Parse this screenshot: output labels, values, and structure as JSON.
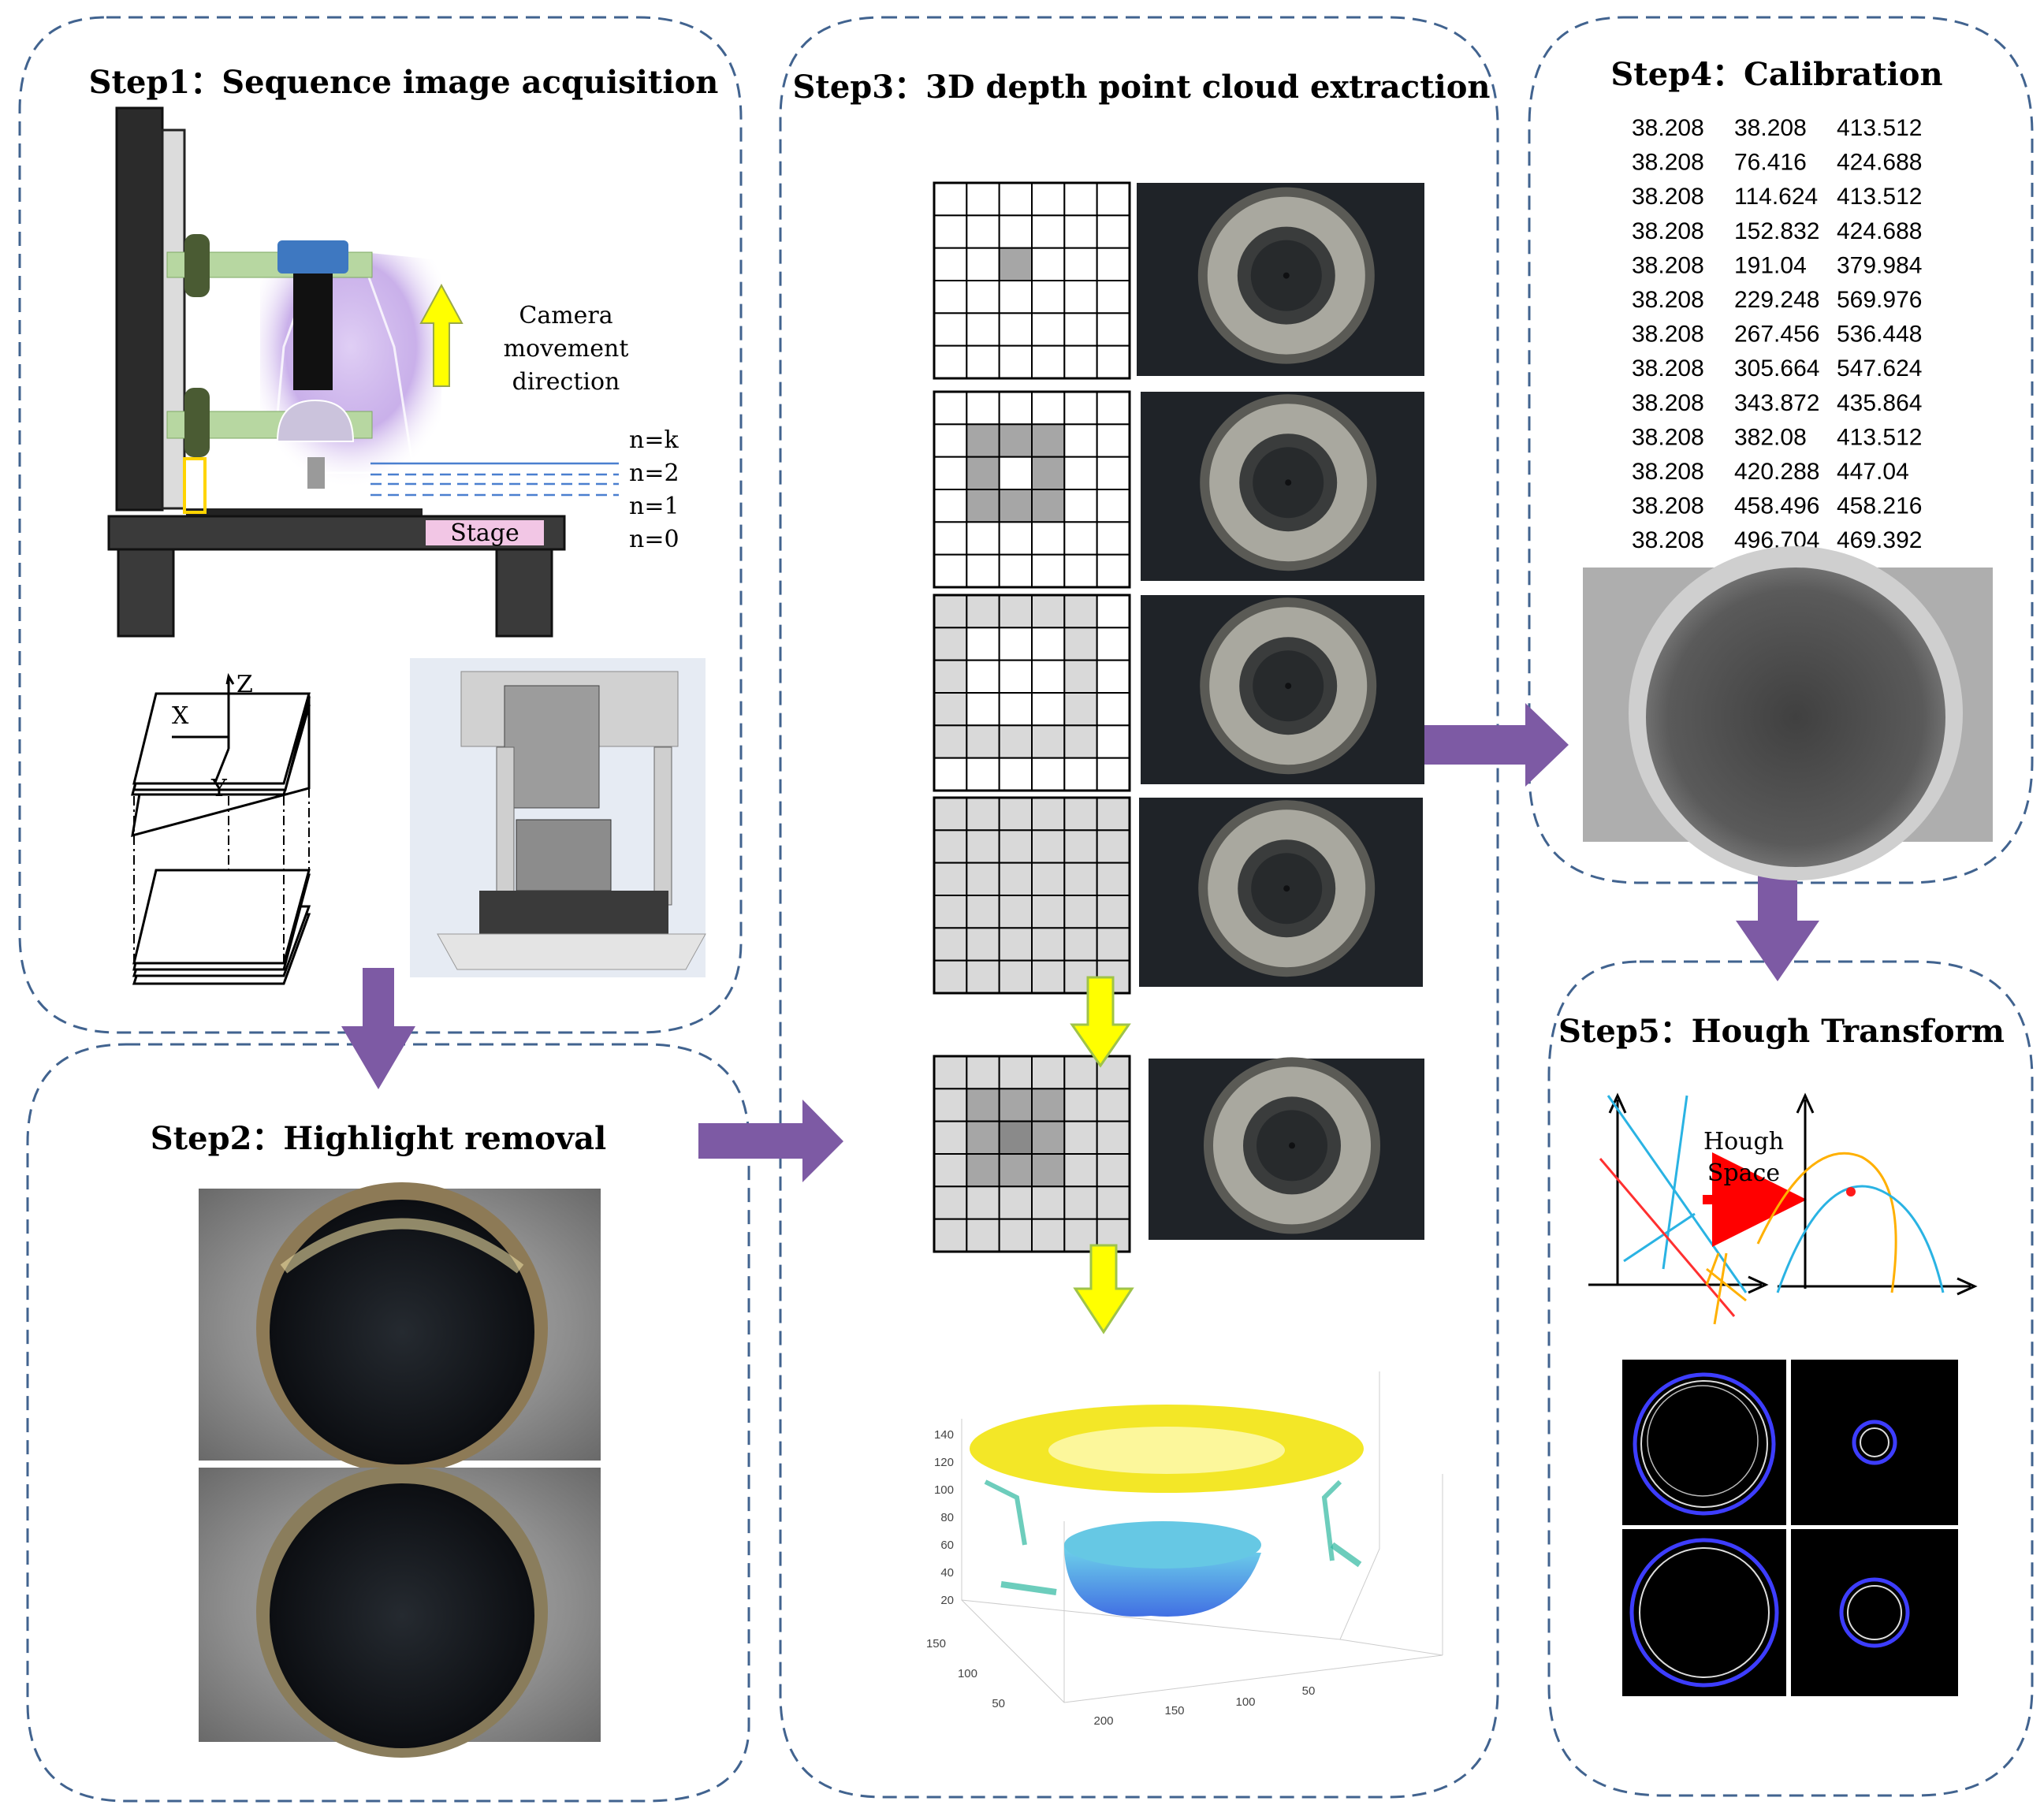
{
  "steps": {
    "step1": {
      "title": "Step1：Sequence image acquisition",
      "camera_label": [
        "Camera",
        "movement",
        "direction"
      ],
      "stage_label": "Stage",
      "levels": [
        "n=k",
        "n=2",
        "n=1",
        "n=0"
      ],
      "axis_labels": {
        "z": "Z",
        "x": "X",
        "y": "Y"
      }
    },
    "step2": {
      "title": "Step2：Highlight removal"
    },
    "step3": {
      "title": "Step3：3D depth point cloud extraction",
      "plot_z_ticks": [
        "140",
        "120",
        "100",
        "80",
        "60",
        "40",
        "20"
      ],
      "plot_y_ticks": [
        "150",
        "100",
        "50"
      ],
      "plot_x_ticks": [
        "200",
        "150",
        "100",
        "50"
      ]
    },
    "step4": {
      "title": "Step4：Calibration",
      "table": [
        [
          "38.208",
          "38.208",
          "413.512"
        ],
        [
          "38.208",
          "76.416",
          "424.688"
        ],
        [
          "38.208",
          "114.624",
          "413.512"
        ],
        [
          "38.208",
          "152.832",
          "424.688"
        ],
        [
          "38.208",
          "191.04",
          "379.984"
        ],
        [
          "38.208",
          "229.248",
          "569.976"
        ],
        [
          "38.208",
          "267.456",
          "536.448"
        ],
        [
          "38.208",
          "305.664",
          "547.624"
        ],
        [
          "38.208",
          "343.872",
          "435.864"
        ],
        [
          "38.208",
          "382.08",
          "413.512"
        ],
        [
          "38.208",
          "420.288",
          "447.04"
        ],
        [
          "38.208",
          "458.496",
          "458.216"
        ],
        [
          "38.208",
          "496.704",
          "469.392"
        ]
      ]
    },
    "step5": {
      "title": "Step5：Hough Transform",
      "hough_label": [
        "Hough",
        "Space"
      ]
    }
  },
  "colors": {
    "panel_border": "#41638f",
    "flow_arrow": "#7d5aa4",
    "yellow_arrow": "#ffff00",
    "point_cloud_top": "#f2e40f",
    "point_cloud_bottom": "#2c86e0"
  }
}
